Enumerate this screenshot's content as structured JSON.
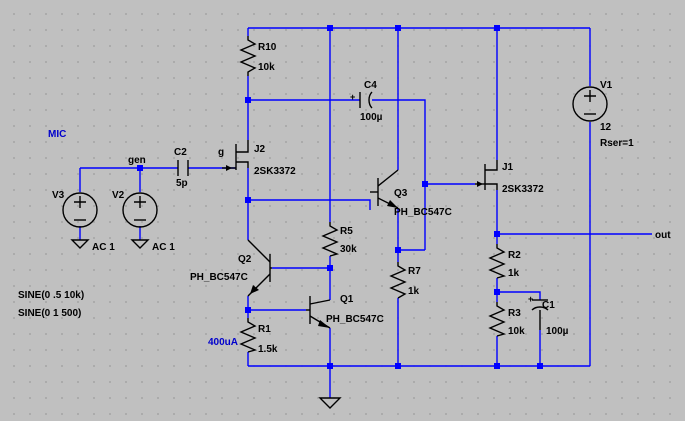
{
  "labels": {
    "r10": "R10",
    "r10_val": "10k",
    "c4": "C4",
    "c4_val": "100µ",
    "v1": "V1",
    "v1_val": "12",
    "v1_rser": "Rser=1",
    "mic": "MIC",
    "gen": "gen",
    "c2": "C2",
    "c2_val": "5p",
    "g": "g",
    "j2": "J2",
    "j2_val": "2SK3372",
    "j1": "J1",
    "j1_val": "2SK3372",
    "q3": "Q3",
    "q3_val": "PH_BC547C",
    "v3": "V3",
    "v3_val": "AC 1",
    "v2": "V2",
    "v2_val": "AC 1",
    "r5": "R5",
    "r5_val": "30k",
    "r2": "R2",
    "r2_val": "1k",
    "out": "out",
    "q2": "Q2",
    "q2_val": "PH_BC547C",
    "r7": "R7",
    "r7_val": "1k",
    "sine1": "SINE(0 .5 10k)",
    "sine2": "SINE(0 1 500)",
    "q1": "Q1",
    "q1_val": "PH_BC547C",
    "r3": "R3",
    "r3_val": "10k",
    "c1": "C1",
    "c1_val": "100µ",
    "r1": "R1",
    "r1_val": "1.5k",
    "i400": "400uA"
  }
}
